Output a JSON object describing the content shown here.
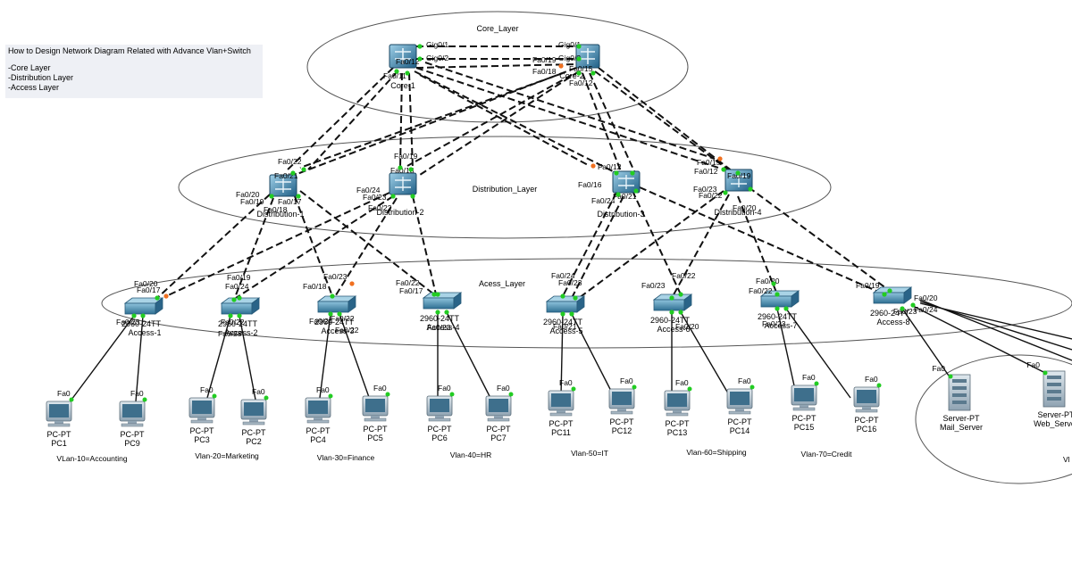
{
  "notes": {
    "title": "How to Design Network Diagram Related with Advance Vlan+Switch",
    "layers": [
      "-Core Layer",
      "-Distribution Layer",
      "-Access Layer"
    ]
  },
  "layers": {
    "core": "Core_Layer",
    "distribution": "Distribution_Layer",
    "access": "Acess_Layer"
  },
  "core_switches": [
    {
      "id": "core1",
      "label": "Core-1"
    },
    {
      "id": "core2",
      "label": "Core-2"
    }
  ],
  "distribution_switches": [
    {
      "id": "d1",
      "label": "Distribution-1"
    },
    {
      "id": "d2",
      "label": "Distribution-2"
    },
    {
      "id": "d3",
      "label": "Distribution-3"
    },
    {
      "id": "d4",
      "label": "Distribution-4"
    }
  ],
  "access_switches": [
    {
      "id": "a1",
      "model": "2960-24TT",
      "label": "Access-1"
    },
    {
      "id": "a2",
      "model": "2960-24TT",
      "label": "Access-2"
    },
    {
      "id": "a3",
      "model": "2960-24TT",
      "label": "Access-3"
    },
    {
      "id": "a4",
      "model": "2960-24TT",
      "label": "Access-4"
    },
    {
      "id": "a5",
      "model": "2960-24TT",
      "label": "Access-5"
    },
    {
      "id": "a6",
      "model": "2960-24TT",
      "label": "Access-6"
    },
    {
      "id": "a7",
      "model": "2960-24TT",
      "label": "Access-7"
    },
    {
      "id": "a8",
      "model": "2960-24TT",
      "label": "Access-8"
    }
  ],
  "pcs": [
    {
      "id": "pc1",
      "type": "PC-PT",
      "label": "PC1",
      "port": "Fa0"
    },
    {
      "id": "pc9",
      "type": "PC-PT",
      "label": "PC9",
      "port": "Fa0"
    },
    {
      "id": "pc3",
      "type": "PC-PT",
      "label": "PC3",
      "port": "Fa0"
    },
    {
      "id": "pc2",
      "type": "PC-PT",
      "label": "PC2",
      "port": "Fa0"
    },
    {
      "id": "pc4",
      "type": "PC-PT",
      "label": "PC4",
      "port": "Fa0"
    },
    {
      "id": "pc5",
      "type": "PC-PT",
      "label": "PC5",
      "port": "Fa0"
    },
    {
      "id": "pc6",
      "type": "PC-PT",
      "label": "PC6",
      "port": "Fa0"
    },
    {
      "id": "pc7",
      "type": "PC-PT",
      "label": "PC7",
      "port": "Fa0"
    },
    {
      "id": "pc11",
      "type": "PC-PT",
      "label": "PC11",
      "port": "Fa0"
    },
    {
      "id": "pc12",
      "type": "PC-PT",
      "label": "PC12",
      "port": "Fa0"
    },
    {
      "id": "pc13",
      "type": "PC-PT",
      "label": "PC13",
      "port": "Fa0"
    },
    {
      "id": "pc14",
      "type": "PC-PT",
      "label": "PC14",
      "port": "Fa0"
    },
    {
      "id": "pc15",
      "type": "PC-PT",
      "label": "PC15",
      "port": "Fa0"
    },
    {
      "id": "pc16",
      "type": "PC-PT",
      "label": "PC16",
      "port": "Fa0"
    }
  ],
  "servers": [
    {
      "id": "srv1",
      "type": "Server-PT",
      "label": "Mail_Server",
      "port": "Fa0"
    },
    {
      "id": "srv2",
      "type": "Server-PT",
      "label": "Web_Server",
      "port": "Fa0"
    }
  ],
  "vlans": [
    "VLan-10=Accounting",
    "Vlan-20=Marketing",
    "Vlan-30=Finance",
    "Vlan-40=HR",
    "Vlan-50=IT",
    "Vlan-60=Shipping",
    "Vlan-70=Credit",
    "Vl"
  ],
  "ports": {
    "core_gig": [
      "Gig0/1",
      "Gig0/2",
      "Gig0/1",
      "Gig0/2"
    ],
    "core": [
      "Fa0/19",
      "Fa0/18",
      "Fa0/15",
      "Fa0/12",
      "Fa0/11",
      "Fa0/12"
    ],
    "dist": [
      "Fa0/22",
      "Fa0/21",
      "Fa0/20",
      "Fa0/19",
      "Fa0/17",
      "Fa0/18",
      "Fa0/19",
      "Fa0/18",
      "Fa0/24",
      "Fa0/23",
      "Fa0/22",
      "Fa0/12",
      "Fa0/16",
      "Fa0/24",
      "Fa0/21",
      "Fa0/15",
      "Fa0/12",
      "Fa0/22",
      "Fa0/23",
      "Fa0/19",
      "Fa0/20"
    ],
    "access_up": [
      "Fa0/20",
      "Fa0/17",
      "Fa0/19",
      "Fa0/24",
      "Fa0/23",
      "Fa0/18",
      "Fa0/22",
      "Fa0/17",
      "Fa0/24",
      "Fa0/23",
      "Fa0/22",
      "Fa0/23",
      "Fa0/20",
      "Fa0/22",
      "Fa0/19",
      "Fa0/20",
      "Fa0/24"
    ],
    "access_down": [
      "Fa0/23",
      "Fa0/22",
      "Fa0/23",
      "Fa0/22",
      "Fa0/24",
      "Fa0/22",
      "Fa0/23",
      "Fa0/21",
      "Fa0/20",
      "Fa0/23",
      "Fa0/23"
    ]
  }
}
